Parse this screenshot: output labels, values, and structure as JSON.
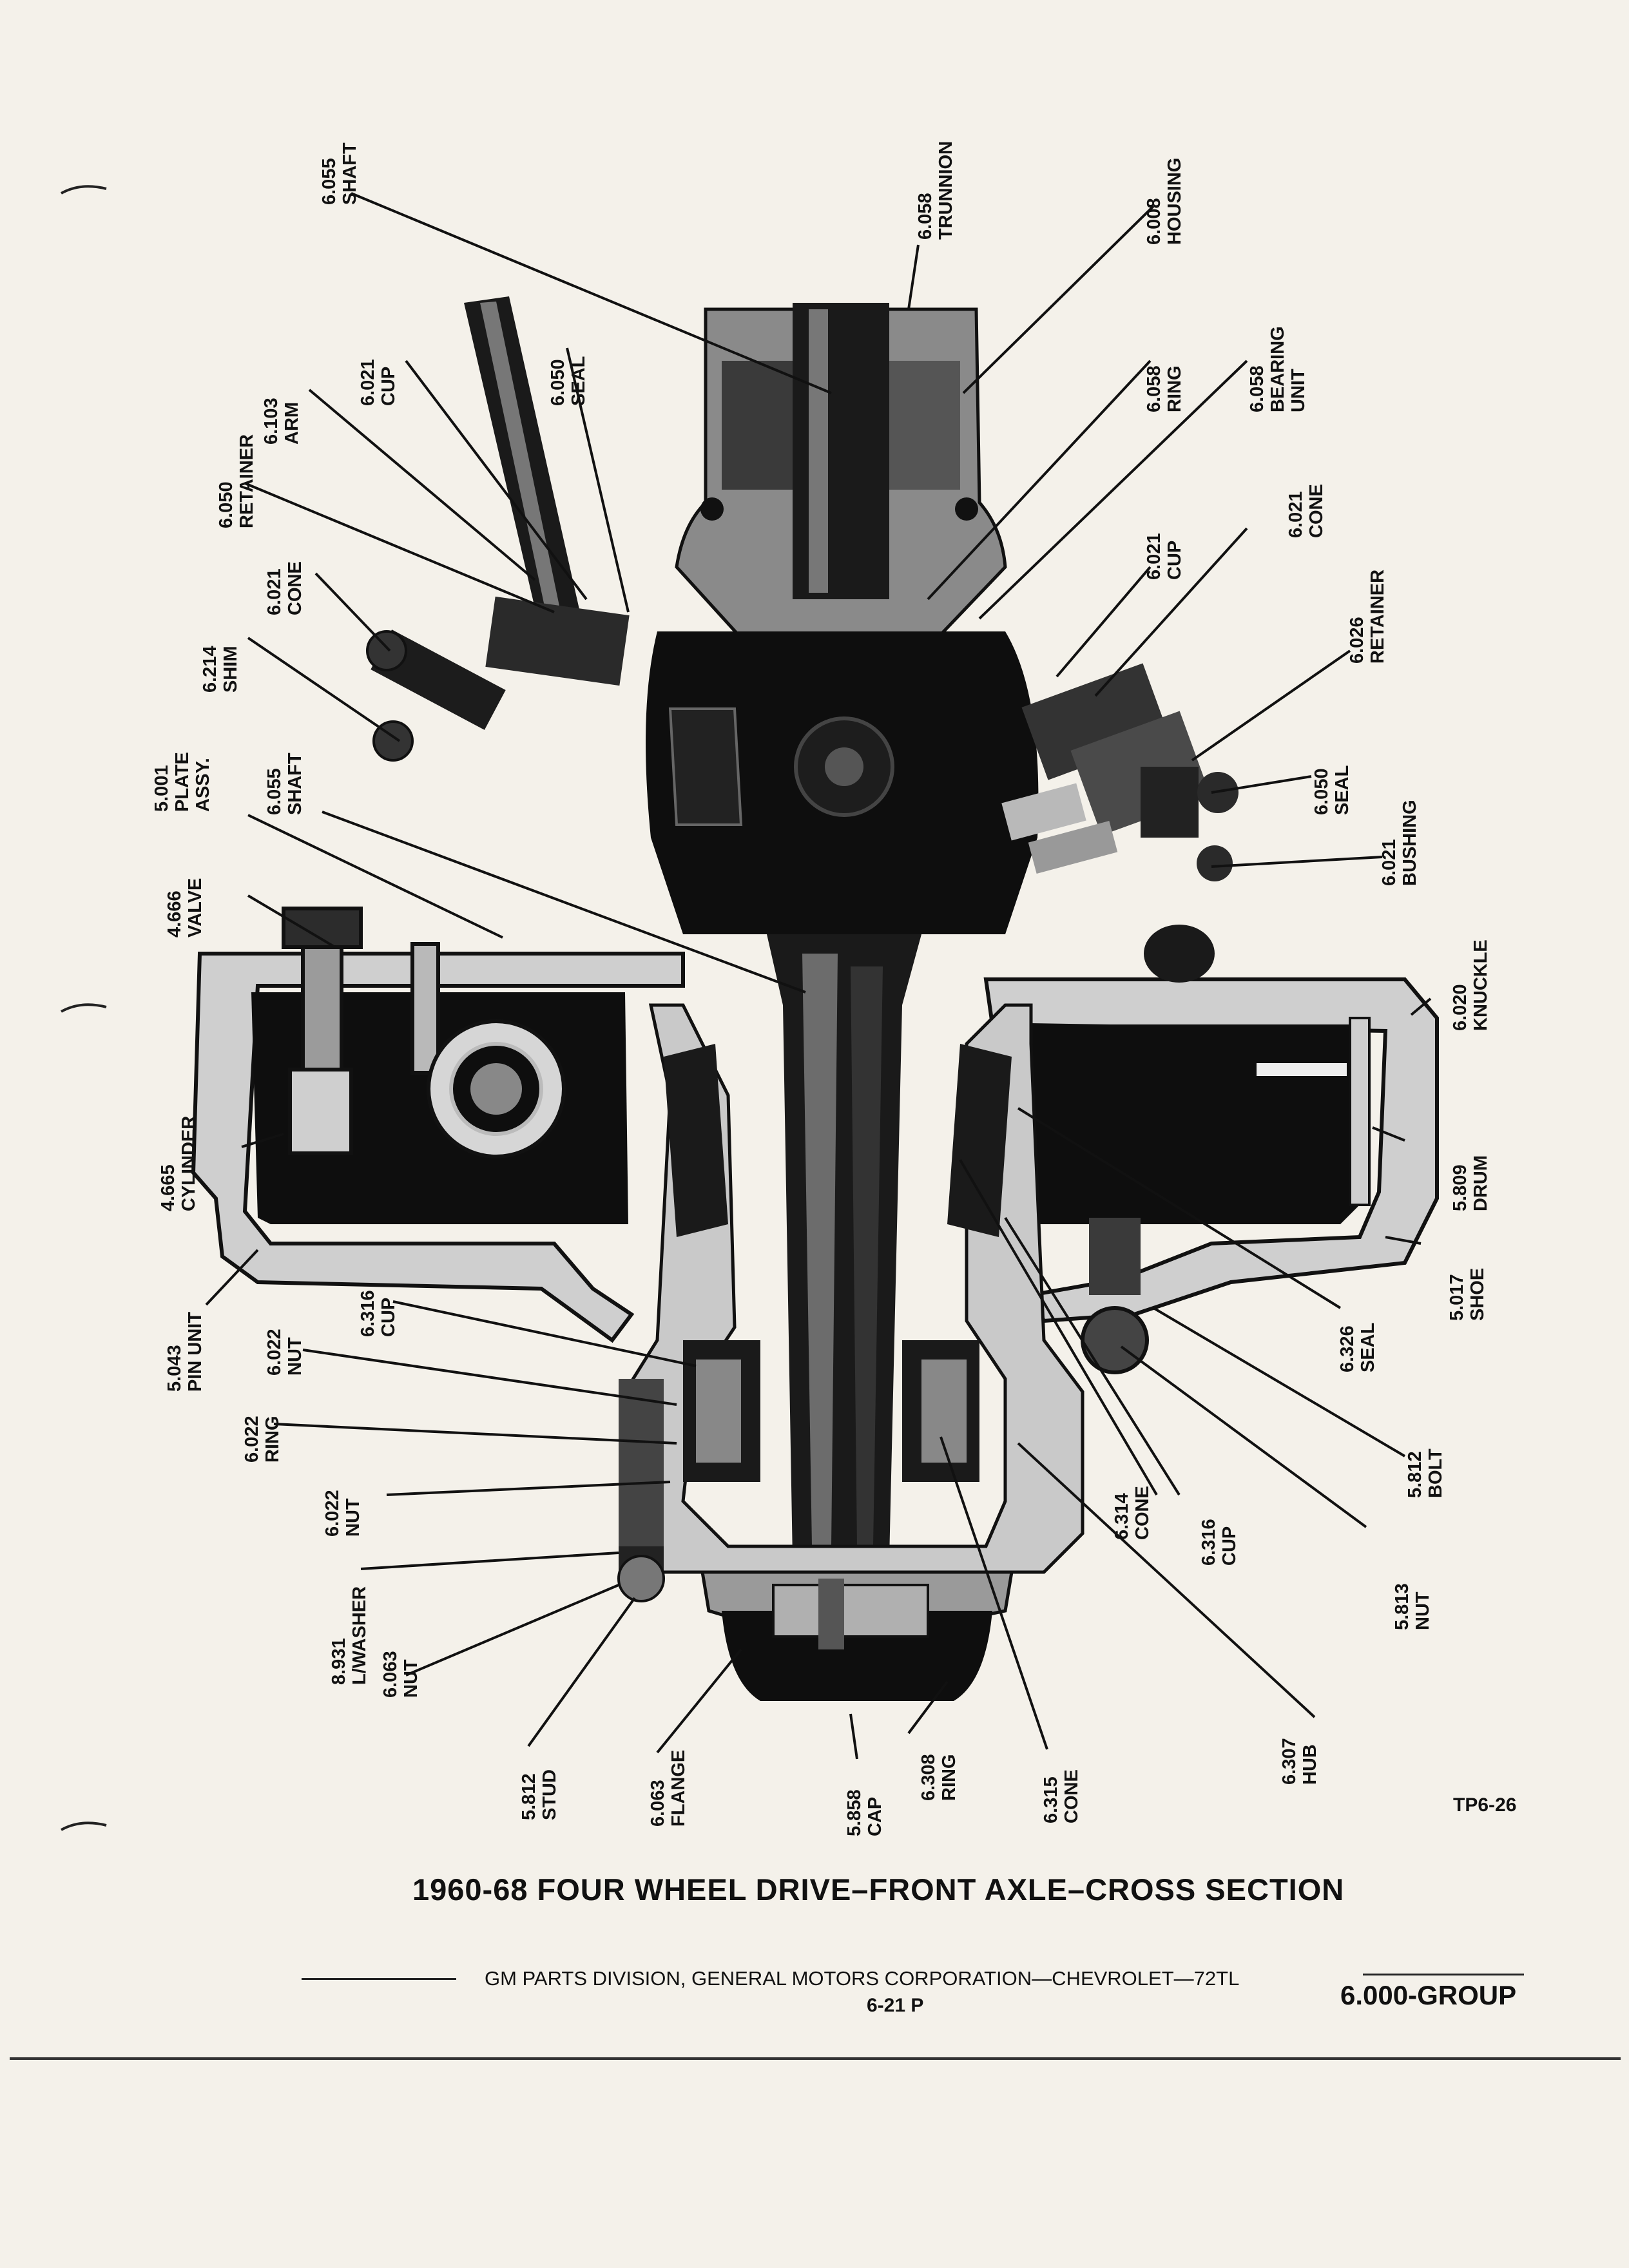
{
  "diagram": {
    "callouts": [
      {
        "id": "c01",
        "number": "6.055",
        "name": "SHAFT"
      },
      {
        "id": "c02",
        "number": "6.058",
        "name": "TRUNNION"
      },
      {
        "id": "c03",
        "number": "6.008",
        "name": "HOUSING"
      },
      {
        "id": "c04",
        "number": "6.021",
        "name": "CUP"
      },
      {
        "id": "c05",
        "number": "6.050",
        "name": "SEAL"
      },
      {
        "id": "c06",
        "number": "6.103",
        "name": "ARM"
      },
      {
        "id": "c07",
        "number": "6.058",
        "name": "RING"
      },
      {
        "id": "c08",
        "number": "6.058",
        "name": "BEARING\nUNIT"
      },
      {
        "id": "c09",
        "number": "6.050",
        "name": "RETAINER"
      },
      {
        "id": "c10",
        "number": "6.021",
        "name": "CONE"
      },
      {
        "id": "c11",
        "number": "6.021",
        "name": "CONE"
      },
      {
        "id": "c12",
        "number": "6.021",
        "name": "CUP"
      },
      {
        "id": "c13",
        "number": "6.026",
        "name": "RETAINER"
      },
      {
        "id": "c14",
        "number": "6.214",
        "name": "SHIM"
      },
      {
        "id": "c15",
        "number": "5.001",
        "name": "PLATE\nASSY."
      },
      {
        "id": "c16",
        "number": "6.055",
        "name": "SHAFT"
      },
      {
        "id": "c17",
        "number": "6.050",
        "name": "SEAL"
      },
      {
        "id": "c18",
        "number": "6.021",
        "name": "BUSHING"
      },
      {
        "id": "c19",
        "number": "4.666",
        "name": "VALVE"
      },
      {
        "id": "c20",
        "number": "6.020",
        "name": "KNUCKLE"
      },
      {
        "id": "c21",
        "number": "4.665",
        "name": "CYLINDER"
      },
      {
        "id": "c22",
        "number": "5.809",
        "name": "DRUM"
      },
      {
        "id": "c23",
        "number": "5.043",
        "name": "PIN UNIT"
      },
      {
        "id": "c24",
        "number": "6.316",
        "name": "CUP"
      },
      {
        "id": "c25",
        "number": "6.022",
        "name": "NUT"
      },
      {
        "id": "c26",
        "number": "5.017",
        "name": "SHOE"
      },
      {
        "id": "c27",
        "number": "6.326",
        "name": "SEAL"
      },
      {
        "id": "c28",
        "number": "6.022",
        "name": "RING"
      },
      {
        "id": "c29",
        "number": "5.812",
        "name": "BOLT"
      },
      {
        "id": "c30",
        "number": "6.022",
        "name": "NUT"
      },
      {
        "id": "c31",
        "number": "6.314",
        "name": "CONE"
      },
      {
        "id": "c32",
        "number": "6.316",
        "name": "CUP"
      },
      {
        "id": "c33",
        "number": "5.813",
        "name": "NUT"
      },
      {
        "id": "c34",
        "number": "8.931",
        "name": "L/WASHER"
      },
      {
        "id": "c35",
        "number": "6.063",
        "name": "NUT"
      },
      {
        "id": "c36",
        "number": "6.307",
        "name": "HUB"
      },
      {
        "id": "c37",
        "number": "5.812",
        "name": "STUD"
      },
      {
        "id": "c38",
        "number": "6.063",
        "name": "FLANGE"
      },
      {
        "id": "c39",
        "number": "5.858",
        "name": "CAP"
      },
      {
        "id": "c40",
        "number": "6.308",
        "name": "RING"
      },
      {
        "id": "c41",
        "number": "6.315",
        "name": "CONE"
      }
    ],
    "figure_ref": "TP6-26"
  },
  "title": "1960-68 FOUR WHEEL DRIVE–FRONT AXLE–CROSS SECTION",
  "footer": {
    "publisher": "GM PARTS DIVISION, GENERAL MOTORS CORPORATION—CHEVROLET—72TL",
    "page": "6-21  P",
    "group": "6.000-GROUP"
  },
  "colors": {
    "paper": "#f4f1ea",
    "ink": "#111111",
    "shade": "#7a7a7a",
    "light": "#b9b9b9"
  }
}
